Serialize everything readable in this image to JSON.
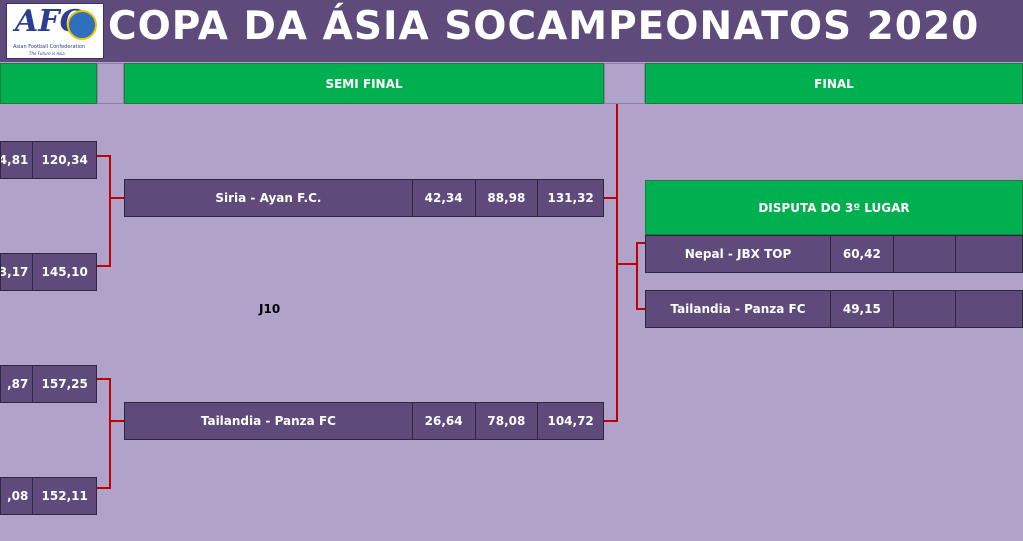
{
  "header": {
    "title": "COPA DA ÁSIA SOCAMPEONATOS 2020",
    "logo": {
      "text": "AFC",
      "tagline": "Asian Football Confederation",
      "slogan": "The Future is Asia"
    }
  },
  "columns": {
    "semi_final": "SEMI FINAL",
    "final": "FINAL"
  },
  "quarter_scores": [
    {
      "a": "4,81",
      "b": "120,34"
    },
    {
      "a": "3,17",
      "b": "145,10"
    },
    {
      "a": ",87",
      "b": "157,25"
    },
    {
      "a": ",08",
      "b": "152,11"
    }
  ],
  "semi_matches": [
    {
      "team": "Siria - Ayan F.C.",
      "s1": "42,34",
      "s2": "88,98",
      "total": "131,32"
    },
    {
      "team": "Tailandia - Panza FC",
      "s1": "26,64",
      "s2": "78,08",
      "total": "104,72"
    }
  ],
  "semi_note": "J10",
  "third_place": {
    "title": "DISPUTA DO 3º LUGAR",
    "rows": [
      {
        "team": "Nepal - JBX TOP",
        "s1": "60,42",
        "s2": "",
        "s3": ""
      },
      {
        "team": "Tailandia - Panza FC",
        "s1": "49,15",
        "s2": "",
        "s3": ""
      }
    ]
  },
  "colors": {
    "header_bg": "#5f4a7c",
    "green": "#00b050",
    "cell_bg": "#5f4a7c",
    "page_bg": "#b1a2c9",
    "connector": "#c00000"
  }
}
